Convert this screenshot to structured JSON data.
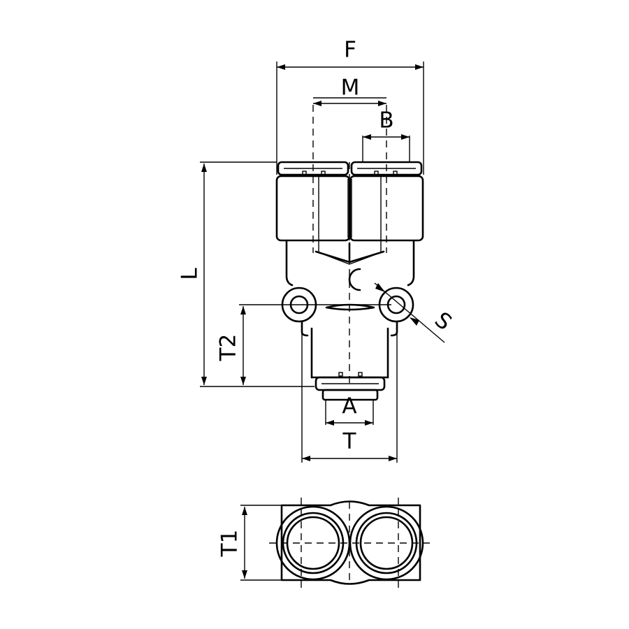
{
  "dimensions": {
    "F": "F",
    "M": "M",
    "B": "B",
    "L": "L",
    "S": "S",
    "T2": "T2",
    "A": "A",
    "T": "T",
    "T1": "T1"
  }
}
